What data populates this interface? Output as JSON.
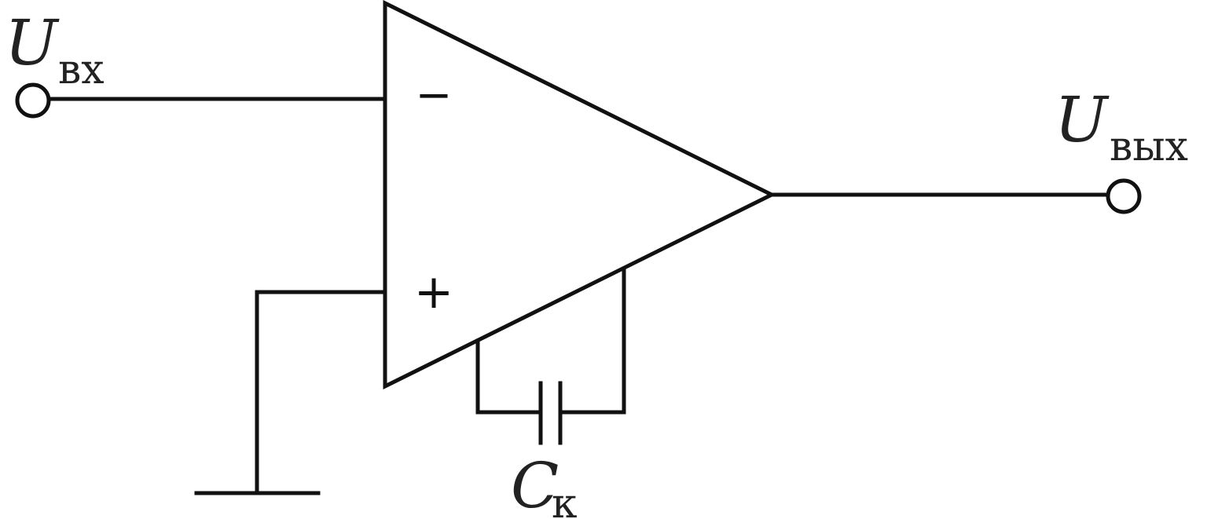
{
  "labels": {
    "input_main": "U",
    "input_sub": "вх",
    "output_main": "U",
    "output_sub": "вых",
    "capacitor_main": "C",
    "capacitor_sub": "к"
  },
  "pins": {
    "inverting": "−",
    "non_inverting": "+"
  },
  "colors": {
    "line": "#111111",
    "text": "#222222",
    "background": "#ffffff"
  }
}
